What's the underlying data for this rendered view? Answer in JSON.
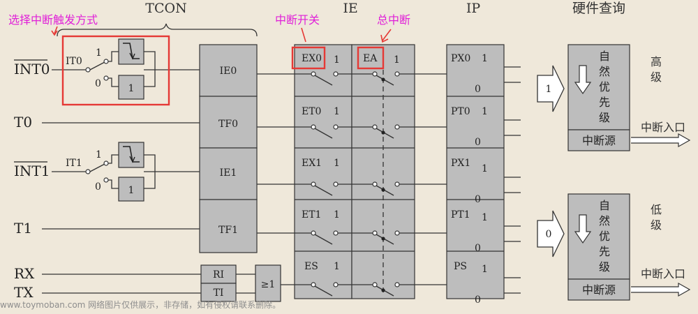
{
  "annotations": {
    "trigger_mode": "选择中断触发方式",
    "int_switch": "中断开关",
    "global_int": "总中断"
  },
  "headers": {
    "tcon": "TCON",
    "ie": "IE",
    "ip": "IP",
    "hw": "硬件查询"
  },
  "inputs": {
    "int0": "INT0",
    "t0": "T0",
    "int1": "INT1",
    "t1": "T1",
    "rx": "RX",
    "tx": "TX"
  },
  "it_selectors": {
    "it0": "IT0",
    "it1": "IT1",
    "one": "1",
    "zero": "0",
    "box_one": "1"
  },
  "tcon_flags": [
    "IE0",
    "TF0",
    "IE1",
    "TF1"
  ],
  "scon_flags": {
    "ri": "RI",
    "ti": "TI",
    "or_gate": "≥1"
  },
  "ie_bits": [
    "EX0",
    "ET0",
    "EX1",
    "ET1",
    "ES"
  ],
  "ea": "EA",
  "switch_one": "1",
  "ip_bits": [
    "PX0",
    "PT0",
    "PX1",
    "PT1",
    "PS"
  ],
  "ip_one": "1",
  "ip_zero": "0",
  "priority_high": {
    "chars": [
      "自",
      "然",
      "优",
      "先",
      "级"
    ],
    "arrow_value": "1",
    "level_label": [
      "高",
      "级"
    ],
    "source": "中断源",
    "entry": "中断入口"
  },
  "priority_low": {
    "chars": [
      "自",
      "然",
      "优",
      "先",
      "级"
    ],
    "arrow_value": "0",
    "level_label": [
      "低",
      "级"
    ],
    "source": "中断源",
    "entry": "中断入口"
  },
  "colors": {
    "annotation": "#e020d8",
    "highlight": "#e53935",
    "block_fill": "#bdbdbd"
  },
  "watermark": "www.toymoban.com 网络图片仅供展示，非存储，如有侵权请联系删除。"
}
